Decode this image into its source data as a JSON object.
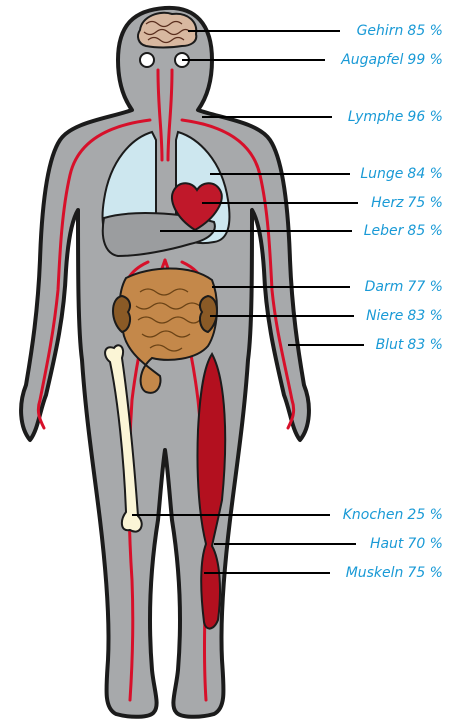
{
  "labels": [
    {
      "id": "gehirn",
      "name": "Gehirn",
      "value": "85 %"
    },
    {
      "id": "augapfel",
      "name": "Augapfel",
      "value": "99 %"
    },
    {
      "id": "lymphe",
      "name": "Lymphe",
      "value": "96 %"
    },
    {
      "id": "lunge",
      "name": "Lunge",
      "value": "84 %"
    },
    {
      "id": "herz",
      "name": "Herz",
      "value": "75 %"
    },
    {
      "id": "leber",
      "name": "Leber",
      "value": "85 %"
    },
    {
      "id": "darm",
      "name": "Darm",
      "value": "77 %"
    },
    {
      "id": "niere",
      "name": "Niere",
      "value": "83 %"
    },
    {
      "id": "blut",
      "name": "Blut",
      "value": "83 %"
    },
    {
      "id": "knochen",
      "name": "Knochen",
      "value": "25 %"
    },
    {
      "id": "haut",
      "name": "Haut",
      "value": "70 %"
    },
    {
      "id": "muskeln",
      "name": "Muskeln",
      "value": "75 %"
    }
  ],
  "colors": {
    "label_text": "#1a9ad6",
    "body": "#a7a9ab",
    "outline": "#1b1b1b",
    "vessel": "#d7102a",
    "lung": "#cde7ef",
    "heart": "#c0182a",
    "liver": "#9b9d9f",
    "intestine": "#c4884a",
    "kidney": "#8a5a26",
    "bone": "#fbf5d6",
    "muscle": "#b3101f",
    "leader": "#000000"
  }
}
